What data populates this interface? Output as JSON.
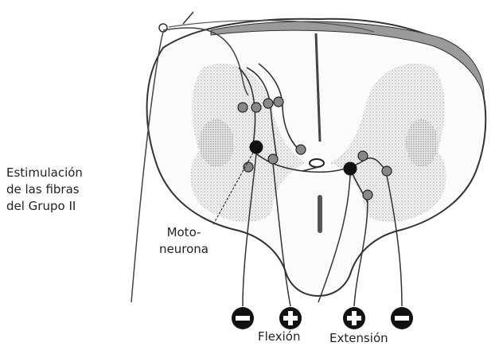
{
  "labels": {
    "stimulation": [
      "Estimulación",
      "de las fibras",
      "del Grupo II"
    ],
    "motoneuron": [
      "Moto-",
      "neurona"
    ],
    "flexion": "Flexión",
    "extension": "Extensión"
  },
  "symbols": {
    "flexion_left": "inhibitory-minus",
    "flexion_right": "excitatory-plus",
    "extension_left": "excitatory-plus",
    "extension_right": "inhibitory-minus"
  },
  "colors": {
    "gray_matter": "#cfcfcf",
    "white_matter": "#f4f4f4",
    "outline": "#333333",
    "neuron": "#1a1a1a"
  }
}
